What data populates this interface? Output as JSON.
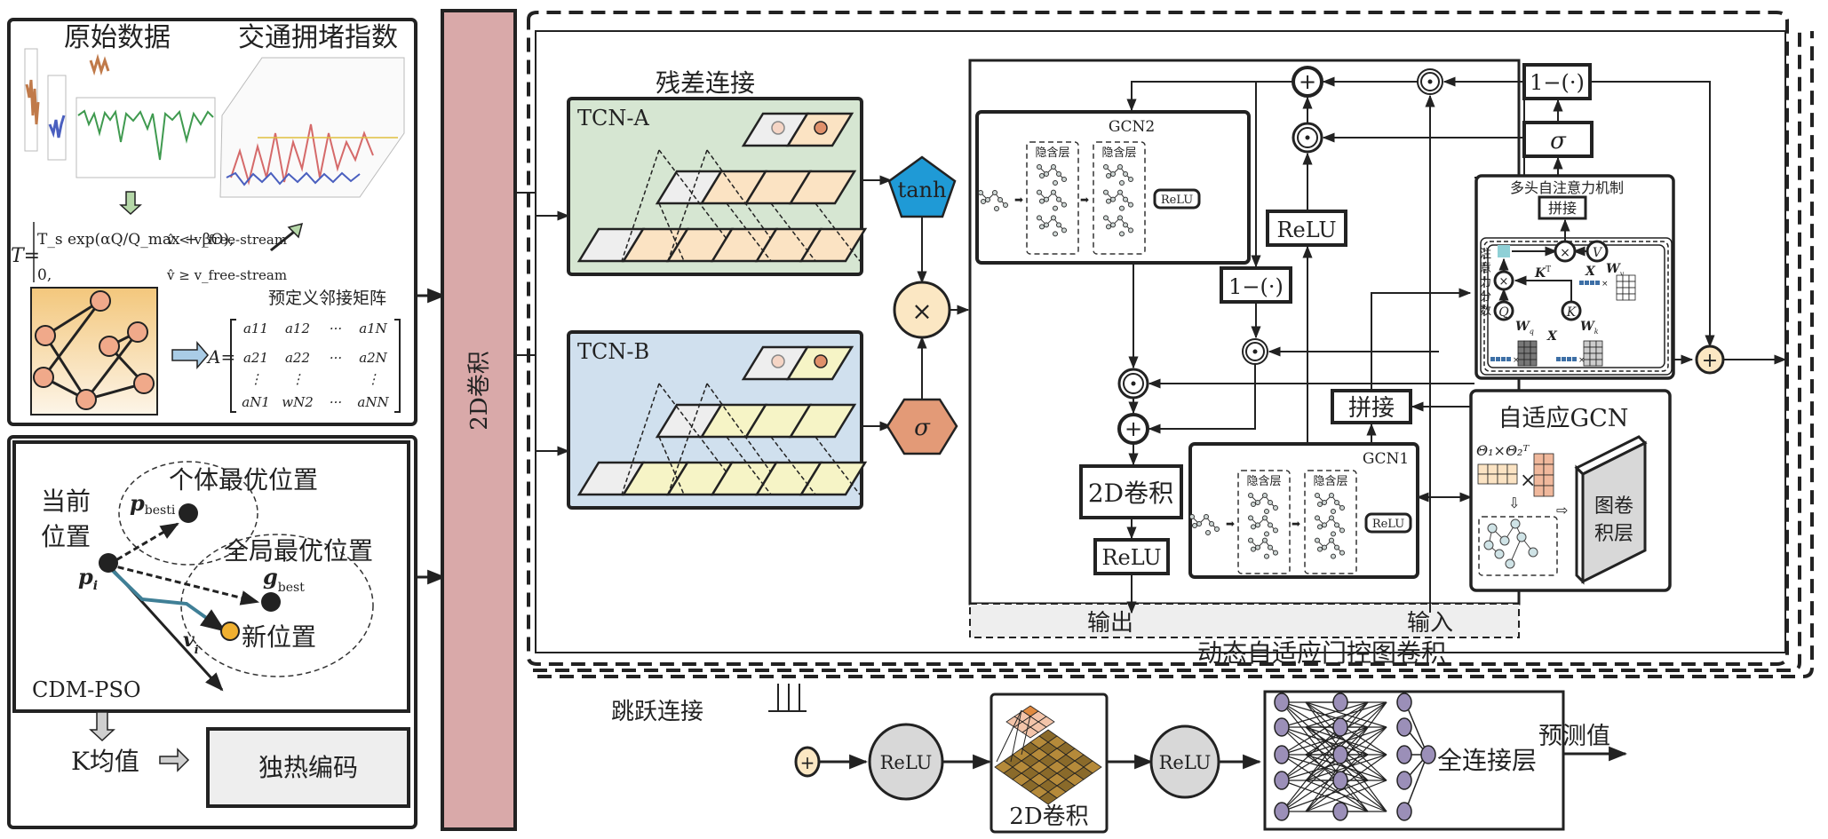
{
  "colors": {
    "conv_bar": "#d9a9a9",
    "tcn_a_bg": "#d6e6d2",
    "tcn_b_bg": "#d0e0ee",
    "tanh": "#1f9ad6",
    "sigma": "#e39a77",
    "multiply": "#fbe7c3",
    "grey_box": "#eeeeee",
    "node": "#f0a98a",
    "fc_node": "#9b8fb8",
    "new_pos": "#f0b030"
  },
  "left_top": {
    "raw_data_title": "原始数据",
    "congestion_title": "交通拥堵指数",
    "formula": {
      "lhs": "T=",
      "case1_expr": "T_s exp(αQ/Q_max + βO),",
      "case1_cond": "v̂ < v_free-stream",
      "case2_expr": "0,",
      "case2_cond": "v̂ ≥ v_free-stream"
    },
    "adjacency_label": "预定义邻接矩阵",
    "matrix_lhs": "A=",
    "matrix_rows": [
      [
        "a11",
        "a12",
        "···",
        "a1N"
      ],
      [
        "a21",
        "a22",
        "···",
        "a2N"
      ],
      [
        "⋮",
        "⋮",
        "",
        "⋮"
      ],
      [
        "aN1",
        "wN2",
        "···",
        "aNN"
      ]
    ]
  },
  "left_bottom": {
    "current_position": [
      "当前",
      "位置"
    ],
    "personal_best": "个体最优位置",
    "global_best": "全局最优位置",
    "p_best": "p",
    "p_best_sub": "besti",
    "p_i": "p",
    "p_i_sub": "i",
    "g_best": "g",
    "g_best_sub": "best",
    "v_i": "v",
    "v_i_sub": "i",
    "new_position": "新位置",
    "algo_label": "CDM-PSO",
    "kmeans": "K均值",
    "onehot": "独热编码"
  },
  "conv2d_bar": "2D卷积",
  "tcn": {
    "residual": "残差连接",
    "a_label": "TCN-A",
    "b_label": "TCN-B",
    "tanh": "tanh",
    "sigma": "σ",
    "multiply": "×"
  },
  "gate": {
    "gcn2": "GCN2",
    "gcn1": "GCN1",
    "hidden": "隐含层",
    "relu": "ReLU",
    "one_minus": "1−(·)",
    "sigma": "σ",
    "concat": "拼接",
    "conv2d": "2D卷积",
    "output": "输出",
    "input": "输入",
    "plus": "+",
    "hadamard": "⊙",
    "title": "动态自适应门控图卷积",
    "attention": {
      "title": "多头自注意力机制",
      "concat": "拼接",
      "score": [
        "注",
        "意",
        "力",
        "分",
        "数"
      ],
      "kt": "K",
      "kt_sup": "T",
      "x": "X",
      "q": "Q",
      "k": "K",
      "v": "V",
      "wq": "W",
      "wq_sub": "q",
      "wk": "W",
      "wk_sub": "k",
      "wv": "W",
      "wv_sub": "v"
    },
    "adaptive": {
      "title": "自适应GCN",
      "formula": "Θ₁×Θ₂ᵀ",
      "times": "×",
      "layer": [
        "图卷",
        "积层"
      ]
    }
  },
  "bottom": {
    "skip": "跳跃连接",
    "relu1": "ReLU",
    "conv": "2D卷积",
    "relu2": "ReLU",
    "fc": "全连接层",
    "prediction": "预测值",
    "plus": "+"
  }
}
